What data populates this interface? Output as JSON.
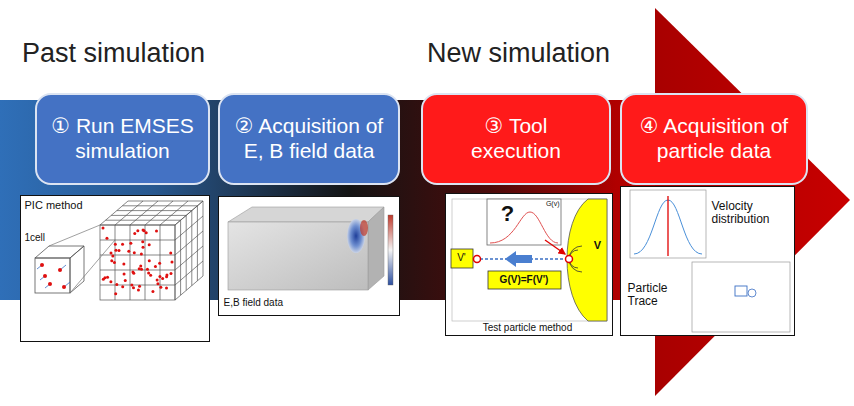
{
  "diagram": {
    "nodes": [
      {
        "text": [
          "① Run EMSES simulation"
        ]
      },
      {
        "text": [
          "② Acquisition of E, B field data"
        ]
      },
      {
        "text": [
          "③ Tool execution"
        ]
      },
      {
        "text": [
          "④ Acquisition of particle data"
        ]
      },
      {
        "text": [
          "PIC method",
          "1cell"
        ]
      },
      {
        "text": [
          "E,B field data"
        ]
      },
      {
        "text": [
          "G(v)",
          "?",
          "V'",
          "V",
          "G(V)=F(V')",
          "Test particle method"
        ]
      },
      {
        "text": [
          "Velocity distribution",
          "Particle Trace"
        ]
      }
    ],
    "labels": [
      "Past simulation",
      "New simulation"
    ]
  }
}
